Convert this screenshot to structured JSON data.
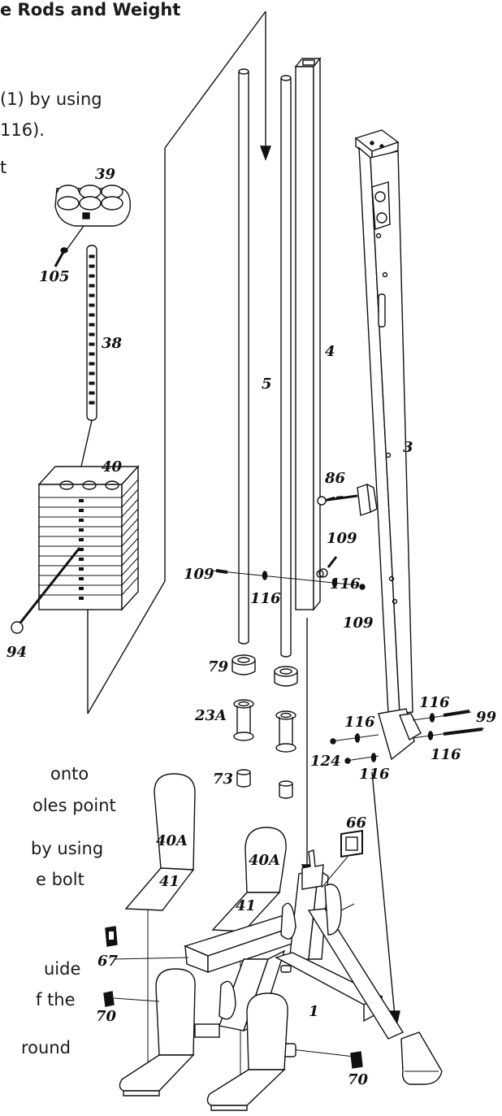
{
  "text": {
    "title": "e Rods and Weight",
    "line1": "(1) by using",
    "line2": "116).",
    "line3": "t",
    "line4": "onto",
    "line5": "oles  point",
    "line6": "by using",
    "line7": "e  bolt",
    "line8": "uide",
    "line9": "f the",
    "line10": "round"
  },
  "parts": {
    "p39": "39",
    "p105": "105",
    "p38": "38",
    "p40": "40",
    "p94": "94",
    "p5": "5",
    "p4": "4",
    "p3": "3",
    "p86": "86",
    "p109a": "109",
    "p109b": "109",
    "p109c": "109",
    "p116a": "116",
    "p116b": "116",
    "p79": "79",
    "p23A": "23A",
    "p73": "73",
    "p116c": "116",
    "p99": "99",
    "p116d": "116",
    "p124": "124",
    "p116e": "116",
    "p116f": "116",
    "p66": "66",
    "p40Aa": "40A",
    "p40Ab": "40A",
    "p41a": "41",
    "p41b": "41",
    "p67": "67",
    "p70a": "70",
    "p70b": "70",
    "p1": "1"
  }
}
